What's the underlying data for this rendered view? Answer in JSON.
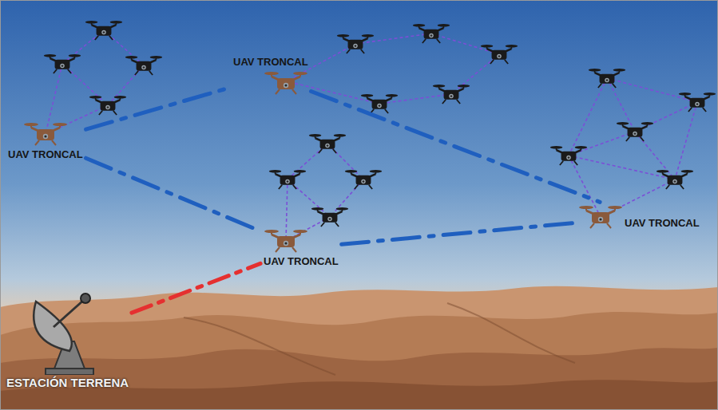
{
  "diagram": {
    "nodes": [
      {
        "text": [
          "UAV TRONCAL"
        ]
      },
      {
        "text": [
          "UAV TRONCAL"
        ]
      },
      {
        "text": [
          "UAV TRONCAL"
        ]
      },
      {
        "text": [
          "UAV TRONCAL"
        ]
      },
      {
        "text": [
          "ESTACIÓN TERRENA"
        ]
      }
    ],
    "edges": [
      {
        "from": 1,
        "to": 0,
        "arrow": "none"
      },
      {
        "from": 1,
        "to": 3,
        "arrow": "none"
      },
      {
        "from": 0,
        "to": 2,
        "arrow": "none"
      },
      {
        "from": 3,
        "to": 2,
        "arrow": "none"
      },
      {
        "from": 4,
        "to": 3,
        "arrow": "none"
      }
    ]
  }
}
